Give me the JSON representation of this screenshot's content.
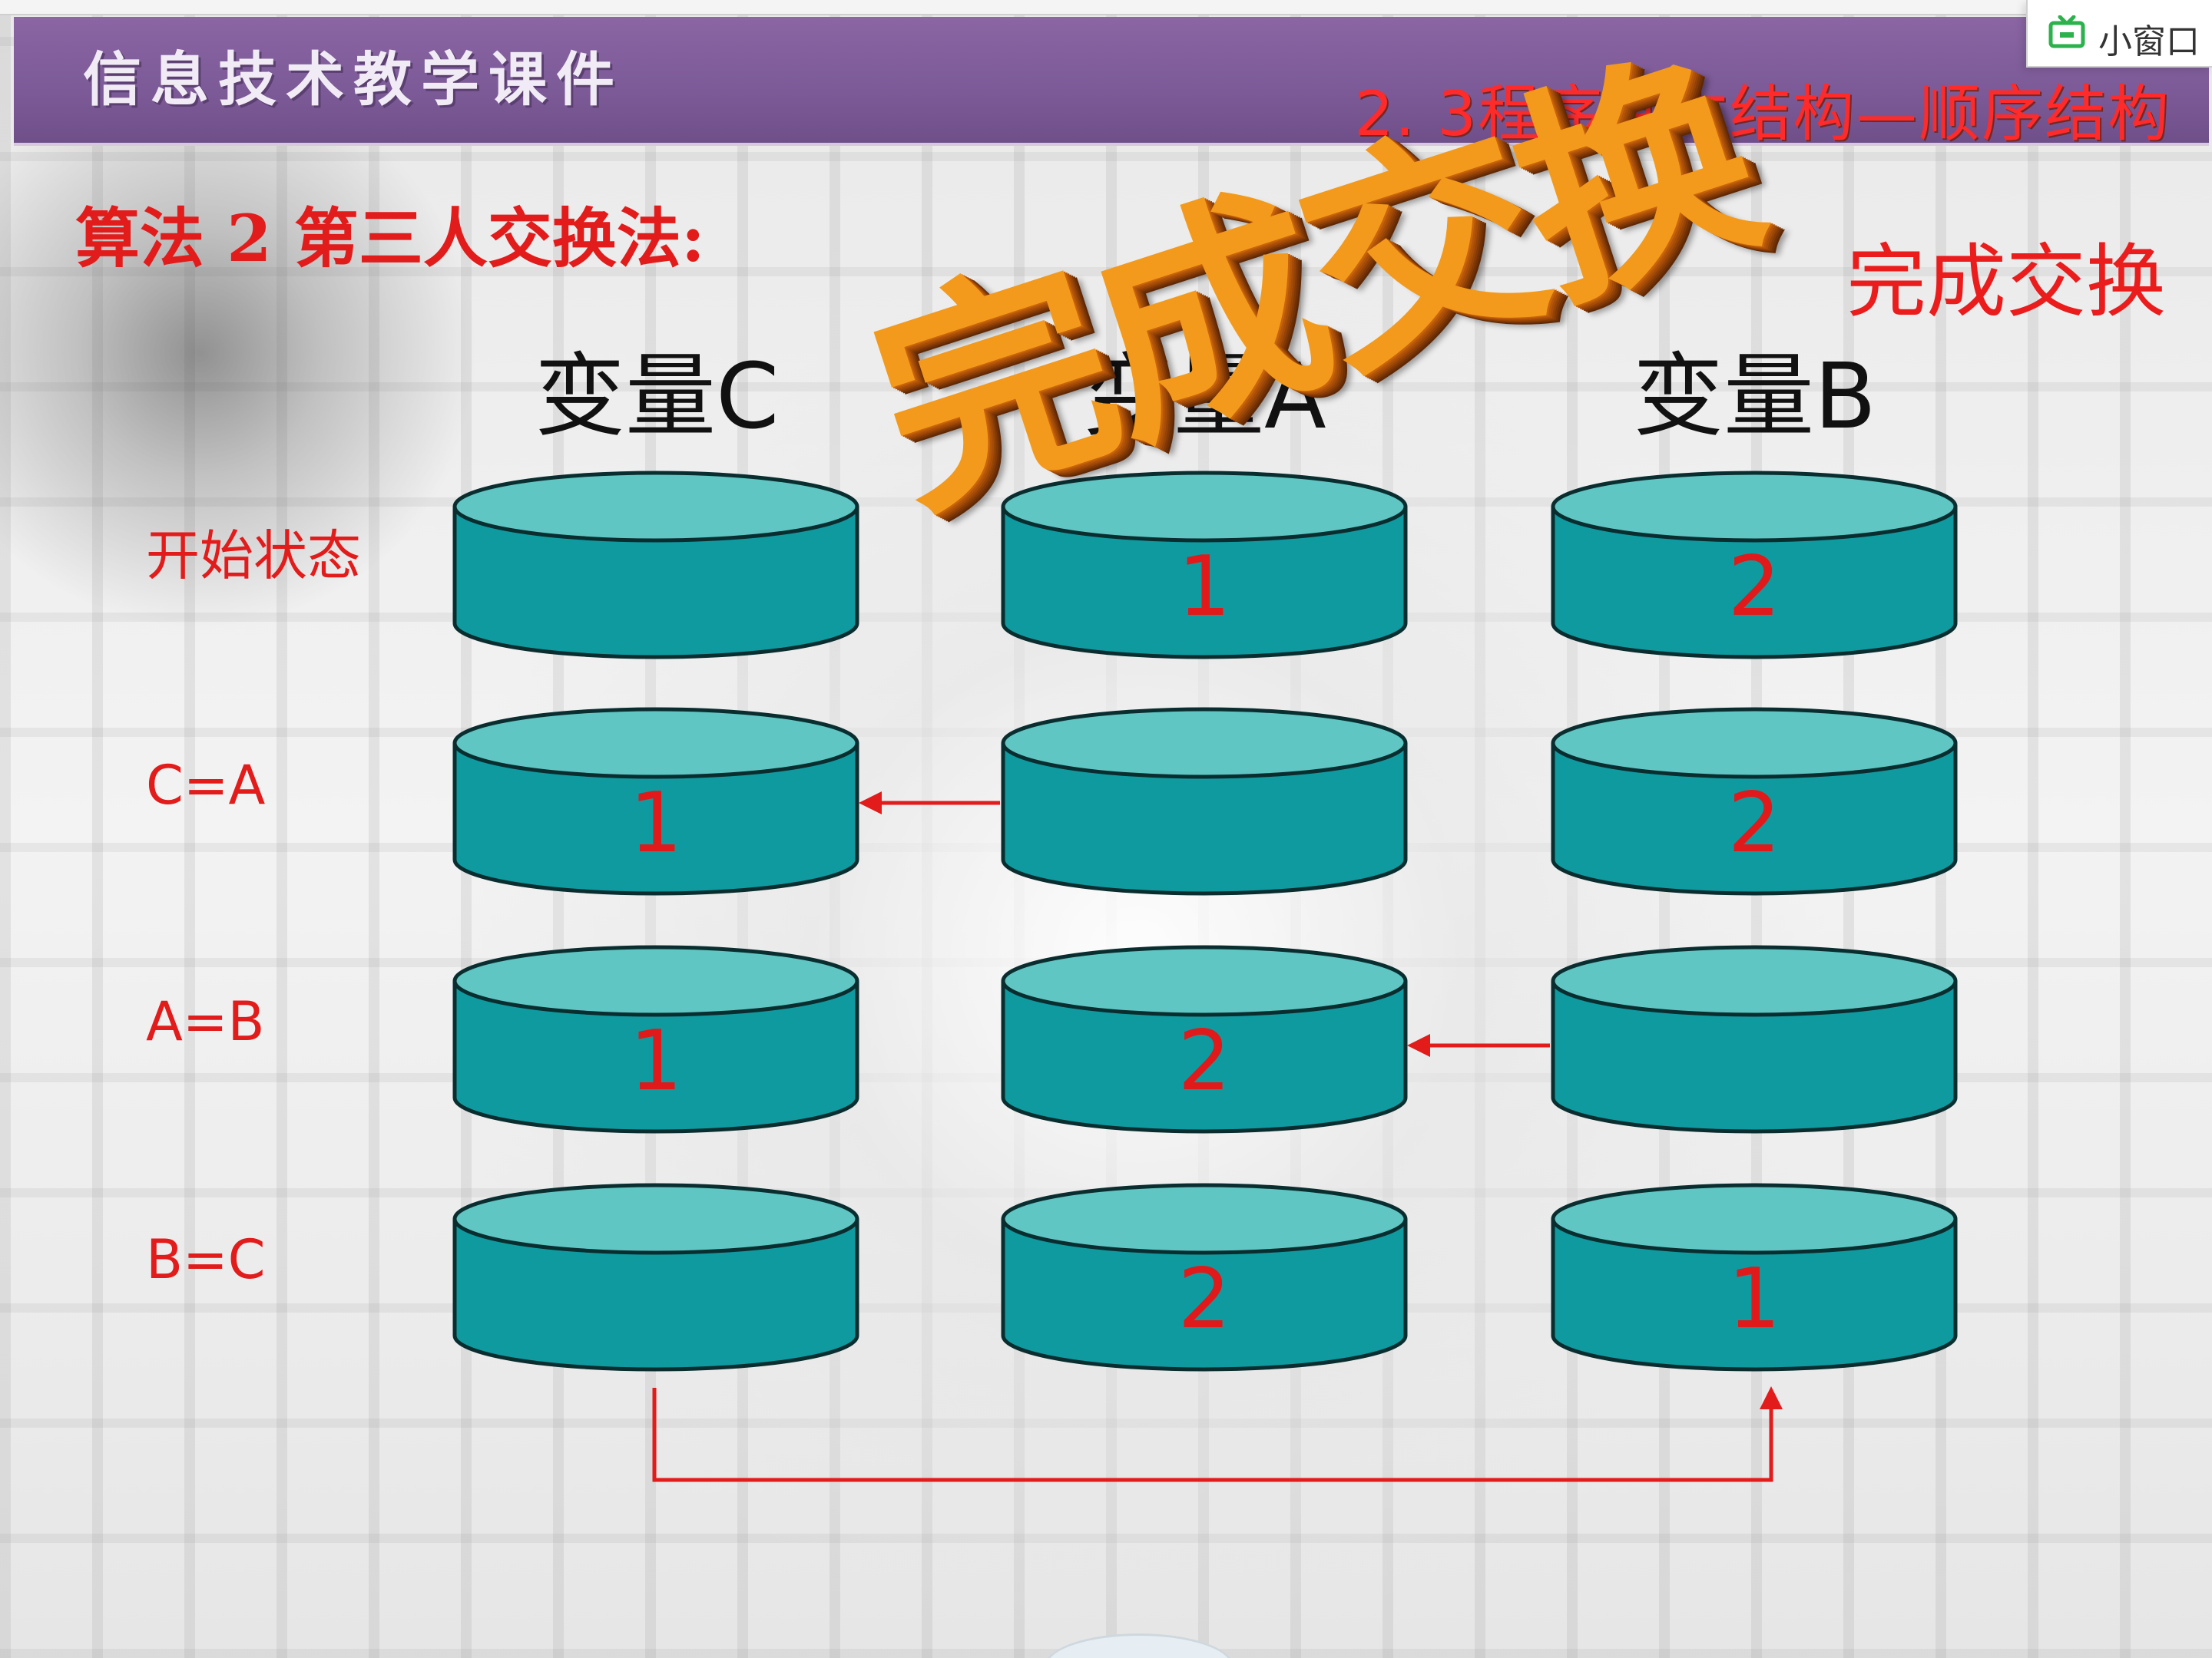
{
  "header": {
    "left_title": "信息技术教学课件",
    "right_title": "2. 3程序基本结构—顺序结构"
  },
  "mini_window": {
    "label": "小窗口",
    "icon": "tv-icon",
    "icon_color": "#2bb24c"
  },
  "slide": {
    "algorithm_title": "算法 2 第三人交换法:",
    "done_label": "完成交换",
    "overlay_text": "完成交换",
    "columns": [
      "变量C",
      "变量A",
      "变量B"
    ],
    "rows": [
      {
        "label": "开始状态",
        "values": [
          "",
          "1",
          "2"
        ]
      },
      {
        "label": "C=A",
        "values": [
          "1",
          "",
          "2"
        ]
      },
      {
        "label": "A=B",
        "values": [
          "1",
          "2",
          ""
        ]
      },
      {
        "label": "B=C",
        "values": [
          "",
          "2",
          "1"
        ]
      }
    ]
  },
  "colors": {
    "header_purple": "#7c5a97",
    "accent_red": "#e21b1b",
    "cylinder_teal": "#0f9aa0",
    "cylinder_top": "#5fc6c3",
    "overlay_orange": "#f39a1c"
  }
}
